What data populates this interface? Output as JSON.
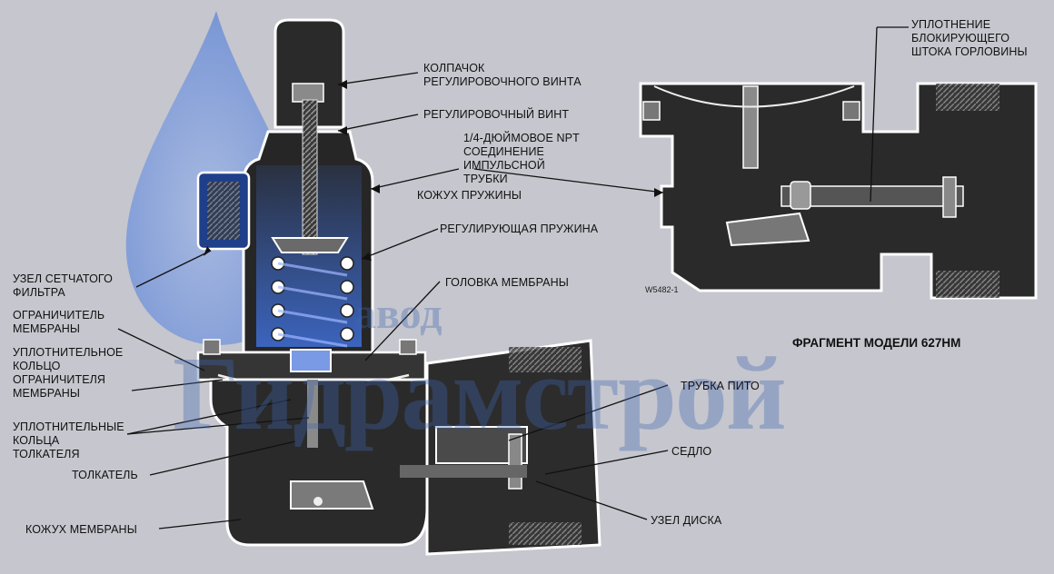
{
  "figure": {
    "main_title": "ФРАГМЕНТ МОДЕЛИ 627HM",
    "drawing_code": "W5482-1"
  },
  "watermark": {
    "line_small": "авод",
    "line_large": "Гидрамстрой",
    "colors": {
      "drop": "#5f86d8",
      "text": "#3f66b4"
    }
  },
  "labels": {
    "cap": [
      "КОЛПАЧОК",
      "РЕГУЛИРОВОЧНОГО ВИНТА"
    ],
    "adjust_screw": [
      "РЕГУЛИРОВОЧНЫЙ ВИНТ"
    ],
    "npt": [
      "1/4-ДЮЙМОВОЕ NPT",
      "СОЕДИНЕНИЕ",
      "ИМПУЛЬСНОЙ",
      "ТРУБКИ"
    ],
    "spring_case": [
      "КОЖУХ ПРУЖИНЫ"
    ],
    "control_spring": [
      "РЕГУЛИРУЮЩАЯ ПРУЖИНА"
    ],
    "diaphragm_head": [
      "ГОЛОВКА МЕМБРАНЫ"
    ],
    "screen_assembly": [
      "УЗЕЛ СЕТЧАТОГО",
      "ФИЛЬТРА"
    ],
    "diaphragm_limiter": [
      "ОГРАНИЧИТЕЛЬ",
      "МЕМБРАНЫ"
    ],
    "limiter_oring": [
      "УПЛОТНИТЕЛЬНОЕ",
      "КОЛЬЦО",
      "ОГРАНИЧИТЕЛЯ",
      "МЕМБРАНЫ"
    ],
    "pusher_orings": [
      "УПЛОТНИТЕЛЬНЫЕ",
      "КОЛЬЦА",
      "ТОЛКАТЕЛЯ"
    ],
    "pusher": [
      "ТОЛКАТЕЛЬ"
    ],
    "diaphragm_case": [
      "КОЖУХ МЕМБРАНЫ"
    ],
    "pitot_tube": [
      "ТРУБКА ПИТО"
    ],
    "seat": [
      "СЕДЛО"
    ],
    "disk_assembly": [
      "УЗЕЛ ДИСКА"
    ],
    "stem_seal": [
      "УПЛОТНЕНИЕ",
      "БЛОКИРУЮЩЕГО",
      "ШТОКА ГОРЛОВИНЫ"
    ]
  },
  "colors": {
    "background": "#c6c6ce",
    "body_fill": "#2e2e2e",
    "outline": "#ffffff",
    "spring_tint": "#3f6fd8"
  }
}
